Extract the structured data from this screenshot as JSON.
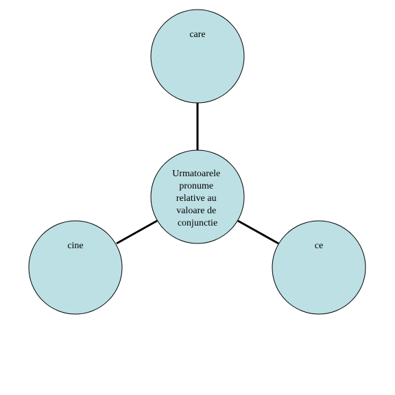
{
  "diagram": {
    "fill_color": "#bde0e4",
    "center": {
      "lines": [
        "Urmatoarele",
        "pronume",
        "relative au",
        "valoare  de",
        "conjunctie"
      ]
    },
    "nodes": [
      {
        "id": "top",
        "label": "care"
      },
      {
        "id": "left",
        "label": "cine"
      },
      {
        "id": "right",
        "label": "ce"
      }
    ]
  }
}
